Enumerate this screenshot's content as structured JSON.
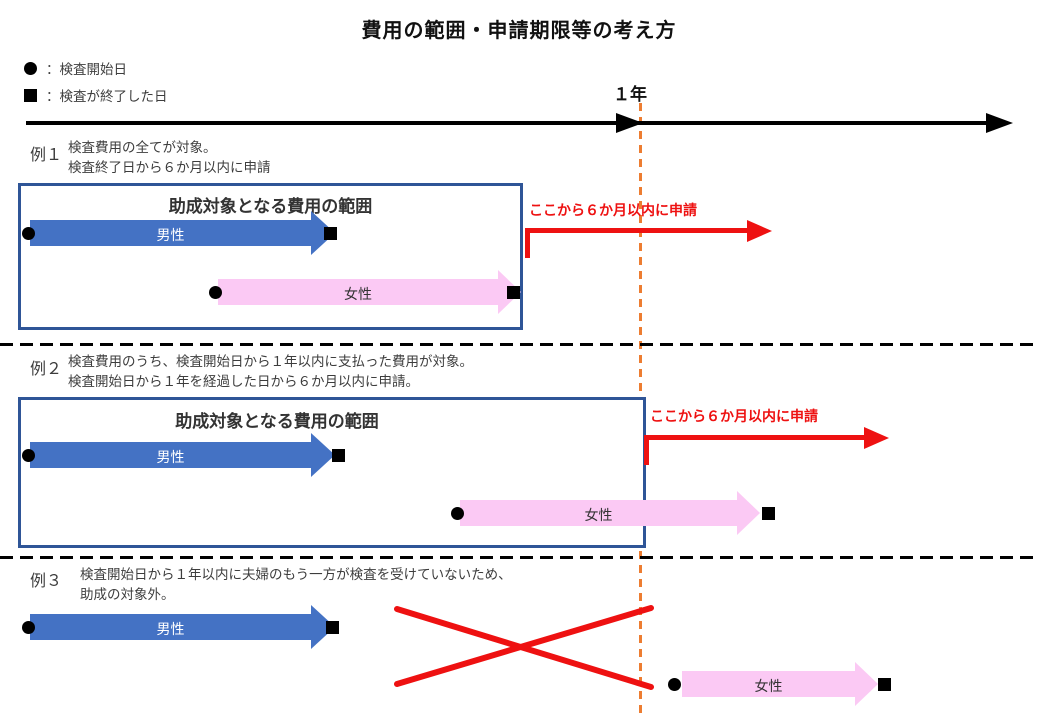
{
  "title": "費用の範囲・申請期限等の考え方",
  "legend": {
    "start_label": "：検査開始日",
    "end_label": "：検査が終了した日"
  },
  "timeline": {
    "one_year_label": "１年"
  },
  "colors": {
    "male_arrow": "#4472C4",
    "female_arrow": "#FBC9F4",
    "range_box_border": "#2F5597",
    "apply_arrow_red": "#EE1111",
    "one_year_line_orange": "#ED7D31",
    "axis_black": "#000000"
  },
  "examples": [
    {
      "label": "例１",
      "desc_line1": "検査費用の全てが対象。",
      "desc_line2": "検査終了日から６か月以内に申請",
      "box_title": "助成対象となる費用の範囲",
      "male_label": "男性",
      "female_label": "女性",
      "apply_label": "ここから６か月以内に申請"
    },
    {
      "label": "例２",
      "desc_line1": "検査費用のうち、検査開始日から１年以内に支払った費用が対象。",
      "desc_line2": "検査開始日から１年を経過した日から６か月以内に申請。",
      "box_title": "助成対象となる費用の範囲",
      "male_label": "男性",
      "female_label": "女性",
      "apply_label": "ここから６か月以内に申請"
    },
    {
      "label": "例３",
      "desc_line1": "検査開始日から１年以内に夫婦のもう一方が検査を受けていないため、",
      "desc_line2": "助成の対象外。",
      "male_label": "男性",
      "female_label": "女性"
    }
  ]
}
